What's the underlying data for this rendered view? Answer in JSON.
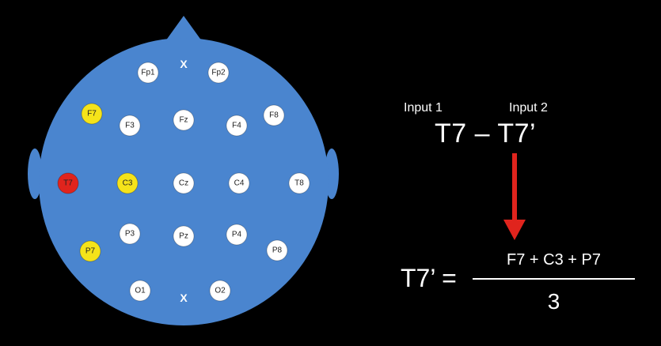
{
  "colors": {
    "background": "#000000",
    "head": "#4a85cf",
    "electrode_default": "#ffffff",
    "electrode_highlight": "#f5e31a",
    "electrode_active": "#e0241d",
    "arrow": "#e0241d",
    "text": "#ffffff"
  },
  "electrodes": [
    {
      "label": "Fp1",
      "state": "default"
    },
    {
      "label": "Fp2",
      "state": "default"
    },
    {
      "label": "F7",
      "state": "highlight"
    },
    {
      "label": "F3",
      "state": "default"
    },
    {
      "label": "Fz",
      "state": "default"
    },
    {
      "label": "F4",
      "state": "default"
    },
    {
      "label": "F8",
      "state": "default"
    },
    {
      "label": "T7",
      "state": "active"
    },
    {
      "label": "C3",
      "state": "highlight"
    },
    {
      "label": "Cz",
      "state": "default"
    },
    {
      "label": "C4",
      "state": "default"
    },
    {
      "label": "T8",
      "state": "default"
    },
    {
      "label": "P7",
      "state": "highlight"
    },
    {
      "label": "P3",
      "state": "default"
    },
    {
      "label": "Pz",
      "state": "default"
    },
    {
      "label": "P4",
      "state": "default"
    },
    {
      "label": "P8",
      "state": "default"
    },
    {
      "label": "O1",
      "state": "default"
    },
    {
      "label": "O2",
      "state": "default"
    }
  ],
  "markers": [
    "X",
    "X"
  ],
  "equation": {
    "input1_label": "Input 1",
    "input2_label": "Input 2",
    "difference": "T7 – T7’",
    "lhs": "T7’ =",
    "numerator": "F7 + C3 + P7",
    "denominator": "3"
  }
}
